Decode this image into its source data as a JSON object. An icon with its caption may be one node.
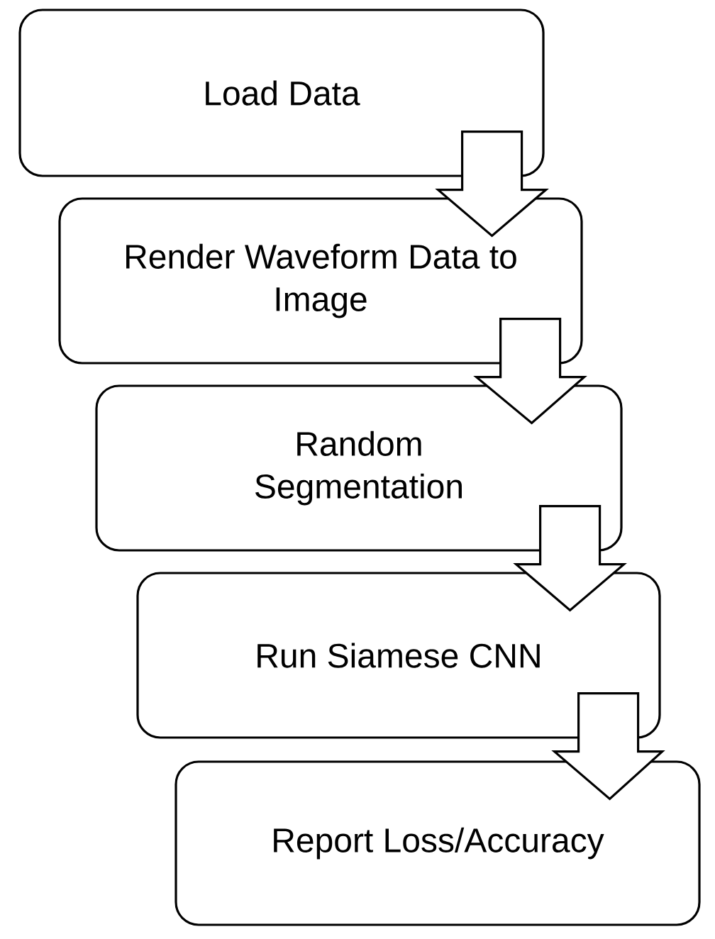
{
  "diagram": {
    "nodes": [
      {
        "text": [
          "Load Data"
        ]
      },
      {
        "text": [
          "Render Waveform Data to Image"
        ]
      },
      {
        "text": [
          "Random Segmentation"
        ]
      },
      {
        "text": [
          "Run Siamese CNN"
        ]
      },
      {
        "text": [
          "Report Loss/Accuracy"
        ]
      }
    ],
    "edges": [
      {
        "from": 0,
        "to": 1,
        "arrow": "to"
      },
      {
        "from": 1,
        "to": 2,
        "arrow": "to"
      },
      {
        "from": 2,
        "to": 3,
        "arrow": "to"
      },
      {
        "from": 3,
        "to": 4,
        "arrow": "to"
      }
    ]
  }
}
